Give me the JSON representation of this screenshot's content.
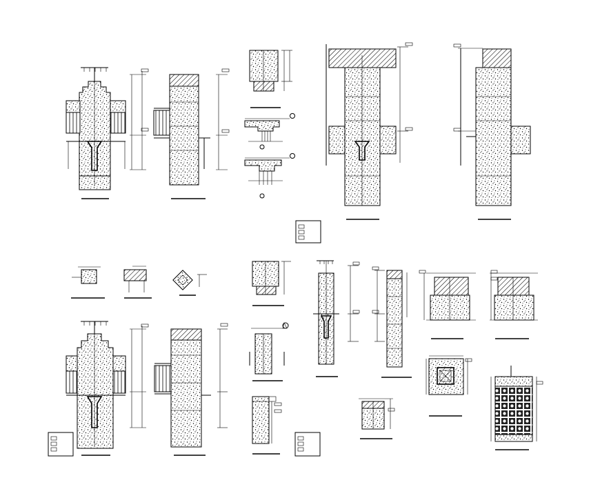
{
  "drawing": {
    "description_tags": [
      "column-joint-detail-sheet"
    ],
    "colors": {
      "line": "#000000",
      "background": "#ffffff"
    },
    "details": [
      {
        "id": "detail-a",
        "kind": "column-elevation-with-beams"
      },
      {
        "id": "detail-b",
        "kind": "column-section-tall"
      },
      {
        "id": "detail-c",
        "kind": "small-column-section"
      },
      {
        "id": "detail-d",
        "kind": "beam-profile"
      },
      {
        "id": "detail-e",
        "kind": "beam-profile"
      },
      {
        "id": "detail-f",
        "kind": "tall-column-with-slab"
      },
      {
        "id": "detail-g",
        "kind": "tall-column-with-slab"
      },
      {
        "id": "detail-h",
        "kind": "legend-box"
      },
      {
        "id": "detail-i",
        "kind": "small-section"
      },
      {
        "id": "detail-j",
        "kind": "small-section-hatched"
      },
      {
        "id": "detail-k",
        "kind": "small-rotated-section"
      },
      {
        "id": "detail-l",
        "kind": "column-elevation-with-beams"
      },
      {
        "id": "detail-m",
        "kind": "column-section-tall"
      },
      {
        "id": "detail-n",
        "kind": "legend-box"
      },
      {
        "id": "detail-o",
        "kind": "small-column-section"
      },
      {
        "id": "detail-p",
        "kind": "column-with-bracket"
      },
      {
        "id": "detail-q",
        "kind": "narrow-column-section"
      },
      {
        "id": "detail-r",
        "kind": "legend-box"
      },
      {
        "id": "detail-s",
        "kind": "slender-column-elevation"
      },
      {
        "id": "detail-t",
        "kind": "slender-column-section"
      },
      {
        "id": "detail-u",
        "kind": "column-cap-detail"
      },
      {
        "id": "detail-v",
        "kind": "column-cap-detail"
      },
      {
        "id": "detail-w",
        "kind": "plan-square-section"
      },
      {
        "id": "detail-x",
        "kind": "small-base-detail"
      },
      {
        "id": "detail-y",
        "kind": "grid-mesh-column"
      }
    ]
  }
}
